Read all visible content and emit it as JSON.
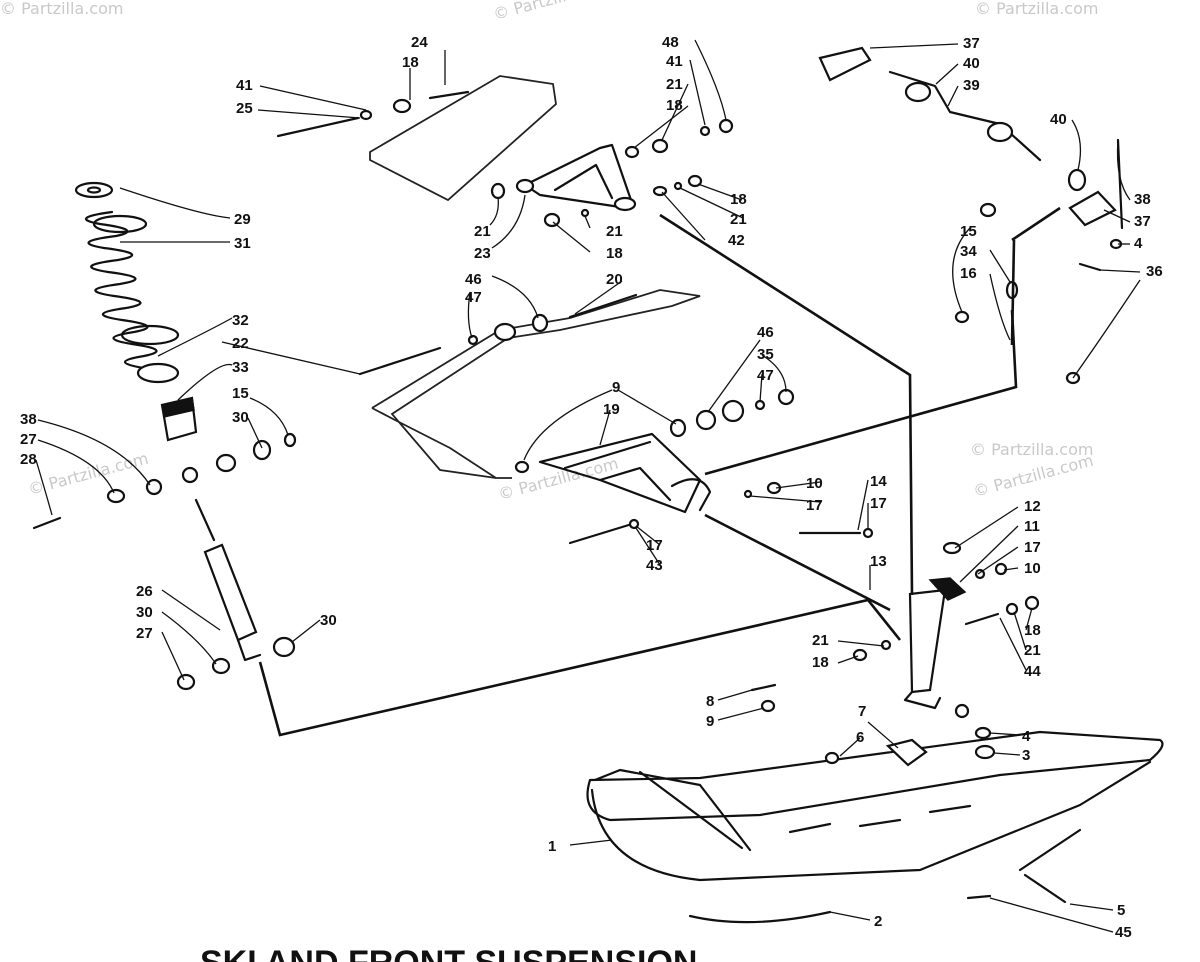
{
  "watermarks": [
    "© Partzilla.com",
    "© Partzilla.com",
    "© Partzilla.com",
    "© Partzilla.com",
    "© Partzilla.com",
    "© Partzilla.com",
    "© Partzilla.com"
  ],
  "title": "SKI AND FRONT SUSPENSION",
  "callouts": {
    "c1": "1",
    "c2": "2",
    "c3": "3",
    "c4a": "4",
    "c4b": "4",
    "c5": "5",
    "c6": "6",
    "c7": "7",
    "c8": "8",
    "c9a": "9",
    "c9b": "9",
    "c10a": "10",
    "c10b": "10",
    "c11": "11",
    "c12": "12",
    "c13": "13",
    "c14": "14",
    "c15a": "15",
    "c15b": "15",
    "c16": "16",
    "c17a": "17",
    "c17b": "17",
    "c17c": "17",
    "c17d": "17",
    "c18a": "18",
    "c18b": "18",
    "c18c": "18",
    "c18d": "18",
    "c18e": "18",
    "c18f": "18",
    "c19": "19",
    "c20": "20",
    "c21a": "21",
    "c21b": "21",
    "c21c": "21",
    "c21d": "21",
    "c21e": "21",
    "c21f": "21",
    "c22": "22",
    "c23": "23",
    "c24": "24",
    "c25": "25",
    "c26": "26",
    "c27a": "27",
    "c27b": "27",
    "c28": "28",
    "c29": "29",
    "c30a": "30",
    "c30b": "30",
    "c30c": "30",
    "c31": "31",
    "c32": "32",
    "c33": "33",
    "c34": "34",
    "c35": "35",
    "c36": "36",
    "c37a": "37",
    "c37b": "37",
    "c38a": "38",
    "c38b": "38",
    "c39": "39",
    "c40a": "40",
    "c40b": "40",
    "c41a": "41",
    "c41b": "41",
    "c42": "42",
    "c43": "43",
    "c44": "44",
    "c45": "45",
    "c46a": "46",
    "c46b": "46",
    "c47a": "47",
    "c47b": "47",
    "c48": "48"
  }
}
